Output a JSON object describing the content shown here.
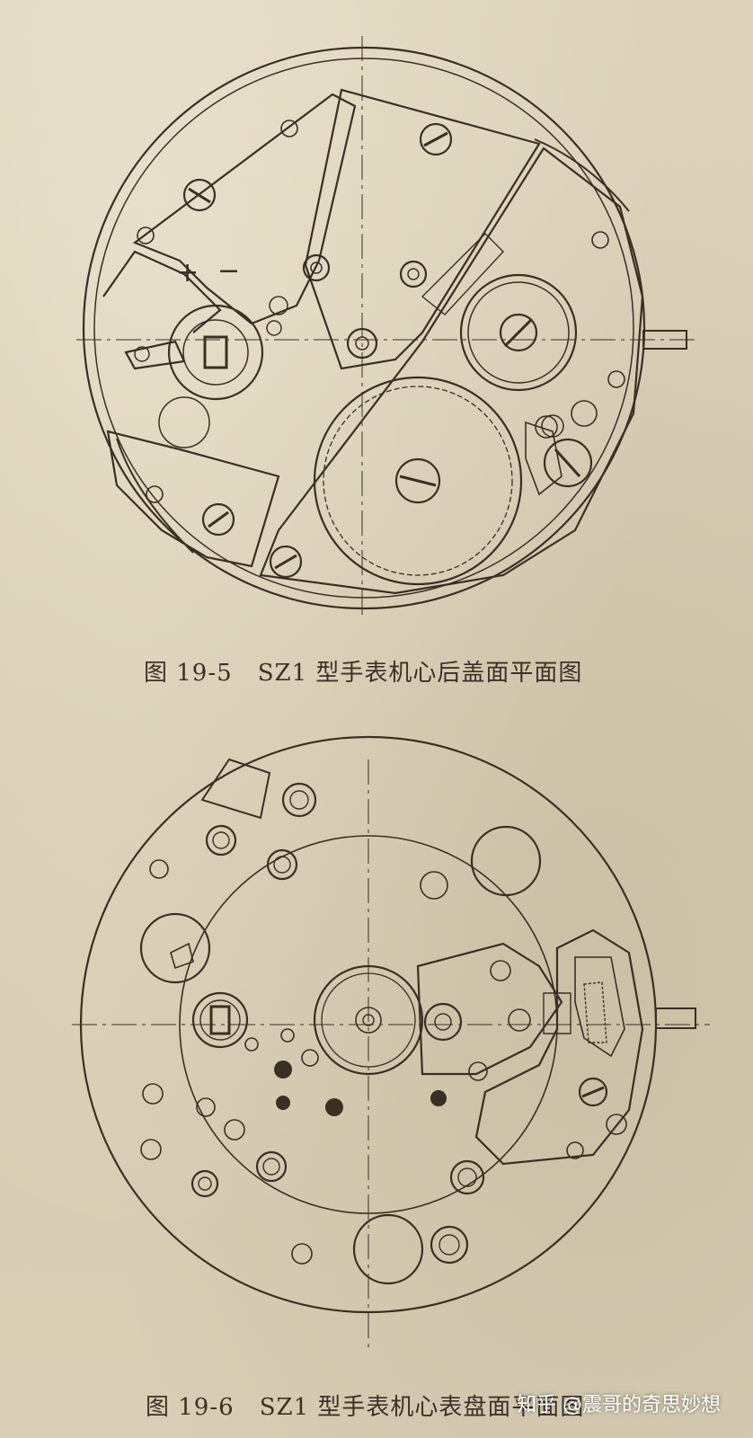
{
  "figures": [
    {
      "caption_number": "图 19-5",
      "caption_text": "SZ1 型手表机心后盖面平面图",
      "regulator_marks": {
        "plus": "+",
        "minus": "−"
      }
    },
    {
      "caption_number": "图 19-6",
      "caption_text": "SZ1 型手表机心表盘面平面图"
    }
  ],
  "watermark": "知乎 @震哥的奇思妙想",
  "colors": {
    "paper": "#d9cfb7",
    "ink": "#3a2f24"
  }
}
